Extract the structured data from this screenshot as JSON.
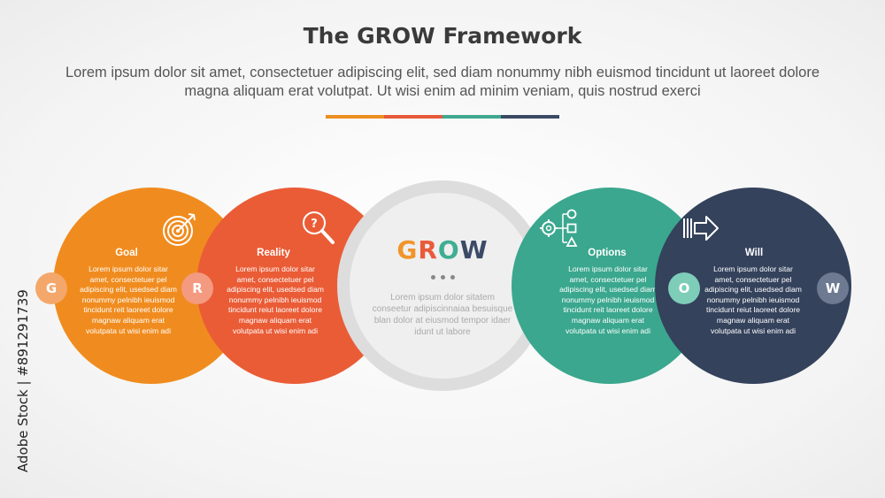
{
  "title": "The GROW Framework",
  "subtitle": "Lorem ipsum dolor sit amet, consectetuer adipiscing elit, sed diam nonummy nibh euismod tincidunt ut laoreet dolore magna aliquam erat volutpat. Ut wisi enim ad minim veniam, quis nostrud exerci",
  "divider_colors": [
    "#ec8f21",
    "#e7593a",
    "#3fa88f",
    "#3a4a63"
  ],
  "center": {
    "word_letters": [
      {
        "char": "G",
        "color": "#f0952a"
      },
      {
        "char": "R",
        "color": "#ea5a3a"
      },
      {
        "char": "O",
        "color": "#3fae93"
      },
      {
        "char": "W",
        "color": "#3b4a66"
      }
    ],
    "text": "Lorem ipsum dolor sitatem conseetur adipiscinnaiaa besuisque blan dolor at eiusmod tempor idaer idunt ut labore"
  },
  "steps": [
    {
      "letter": "G",
      "label": "Goal",
      "icon": "target-icon",
      "color": "#f08c1f",
      "badge_color": "#f4a76a",
      "text": "Lorem ipsum dolor sitar amet, consectetuer pel adipiscing elit, usedsed diam nonummy pelnibh ieuismod tincidunt reit laoreet dolore magnaw aliquam erat volutpata ut wisi enim adi"
    },
    {
      "letter": "R",
      "label": "Reality",
      "icon": "magnifier-question-icon",
      "color": "#ea5c36",
      "badge_color": "#f39a81",
      "text": "Lorem ipsum dolor sitar amet, consectetuer pel adipiscing elit, usedsed diam nonummy pelnibh ieuismod tincidunt reiut laoreet dolore magnaw aliquam erat volutpata ut wisi enim adi"
    },
    {
      "letter": "O",
      "label": "Options",
      "icon": "options-flow-icon",
      "color": "#3aa78e",
      "badge_color": "#7ecdb9",
      "text": "Lorem ipsum dolor sitar amet, consectetuer pel adipiscing elit, usedsed diam nonummy pelnibh ieuismod tincidunt reit laoreet dolore magnaw aliquam erat volutpata ut wisi enim adi"
    },
    {
      "letter": "W",
      "label": "Will",
      "icon": "arrow-right-icon",
      "color": "#34425c",
      "badge_color": "#6d7a92",
      "text": "Lorem ipsum dolor sitar amet, consectetuer pel adipiscing elit, usedsed diam nonummy pelnibh ieuismod tincidunt reiut laoreet dolore magnaw aliquam erat volutpata ut wisi enim adi"
    }
  ],
  "watermark": "Adobe Stock | #891291739"
}
